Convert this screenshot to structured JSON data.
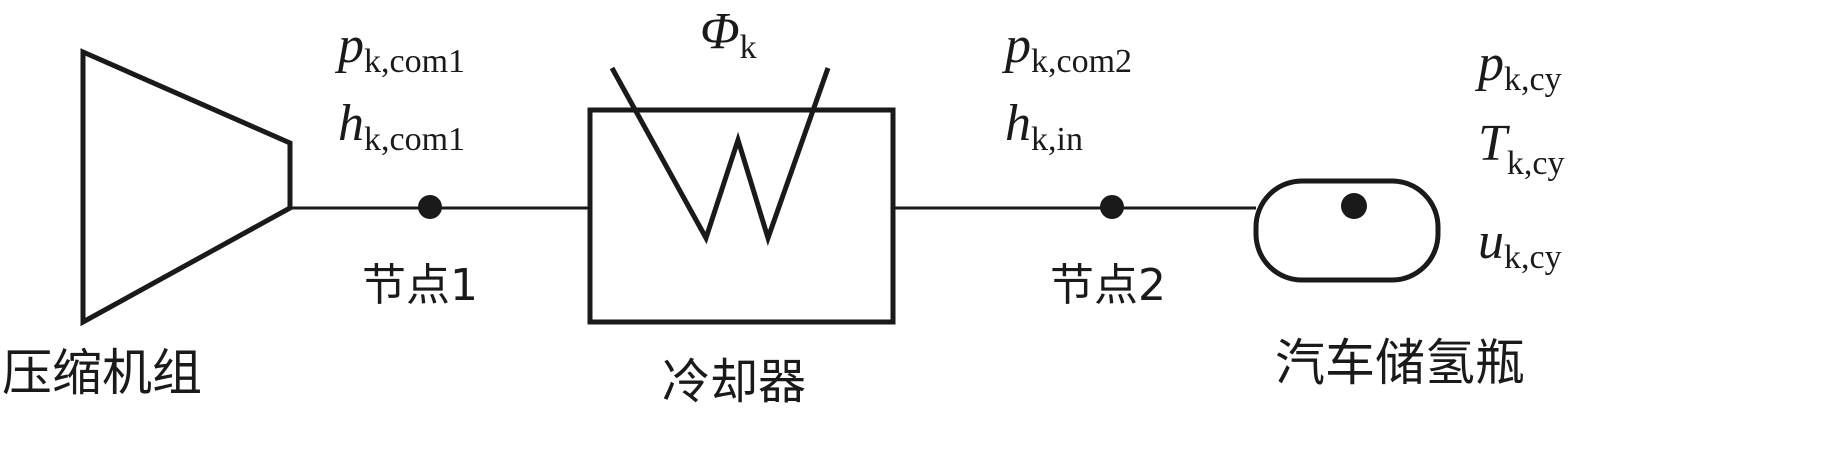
{
  "components": {
    "compressor": "压缩机组",
    "cooler": "冷却器",
    "tank": "汽车储氢瓶",
    "node1": "节点1",
    "node2": "节点2"
  },
  "variables": {
    "p_com1": {
      "sym": "p",
      "sub": "k,com1"
    },
    "h_com1": {
      "sym": "h",
      "sub": "k,com1"
    },
    "phi": {
      "sym": "Φ",
      "sub": "k"
    },
    "p_com2": {
      "sym": "p",
      "sub": "k,com2"
    },
    "h_in": {
      "sym": "h",
      "sub": "k,in"
    },
    "p_cy": {
      "sym": "p",
      "sub": "k,cy"
    },
    "T_cy": {
      "sym": "T",
      "sub": "k,cy"
    },
    "u_cy": {
      "sym": "u",
      "sub": "k,cy"
    }
  }
}
